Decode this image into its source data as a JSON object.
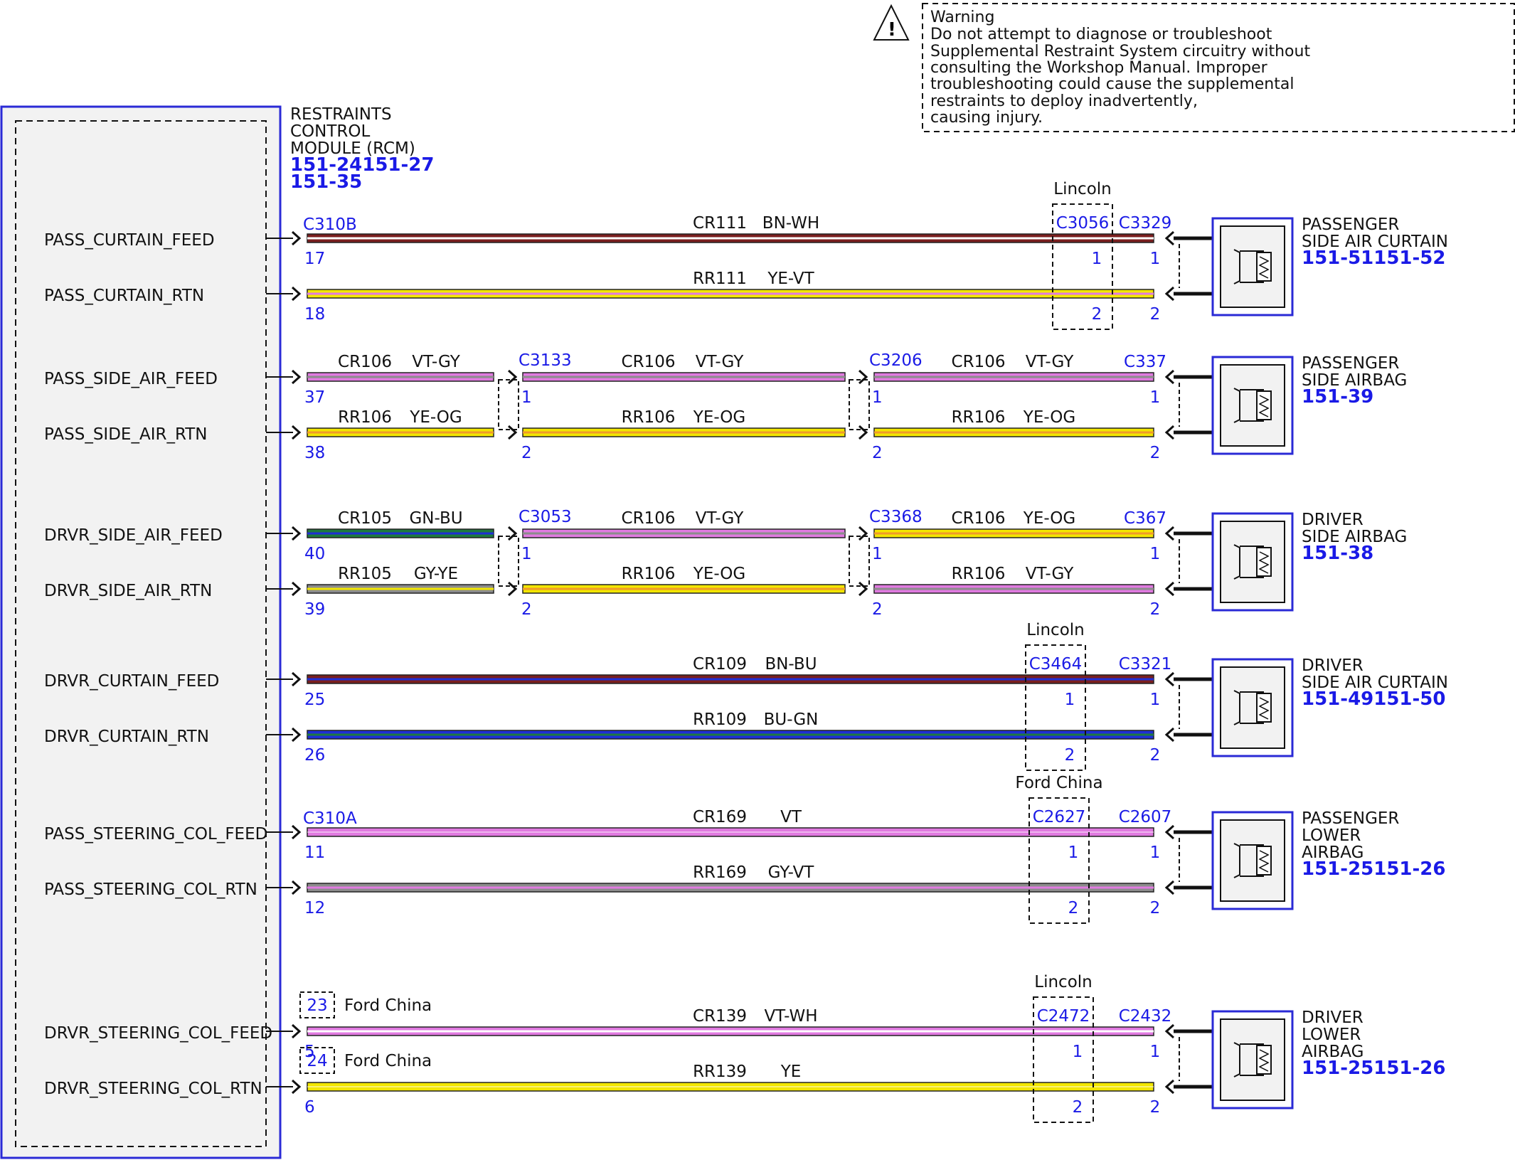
{
  "warning": {
    "title": "Warning",
    "lines": [
      "Do not attempt to diagnose or troubleshoot",
      "Supplemental Restraint System circuitry without",
      "consulting the Workshop Manual. Improper",
      "troubleshooting could cause the supplemental",
      "restraints to deploy inadvertently,",
      "causing injury."
    ]
  },
  "module": {
    "name_lines": [
      "RESTRAINTS",
      "CONTROL",
      "MODULE (RCM)"
    ],
    "refs": [
      "151-24151-27",
      "151-35"
    ]
  },
  "colors": {
    "BN": "#7a1f1f",
    "WH": "#ffffff",
    "YE": "#f2e600",
    "VT": "#e07ae0",
    "GY": "#8c8c8c",
    "OG": "#f09a2a",
    "GN": "#1f7a3f",
    "BU": "#1f2fd6"
  },
  "groups": [
    {
      "device": {
        "lines": [
          "PASSENGER",
          "SIDE AIR CURTAIN"
        ],
        "ref": "151-51151-52"
      },
      "rcm_connector": "C310B",
      "inline": [
        {
          "note": "Lincoln",
          "name": "C3056",
          "pins": [
            "1",
            "2"
          ]
        }
      ],
      "end_connector": {
        "name": "C3329",
        "pins": [
          "1",
          "2"
        ]
      },
      "rows": [
        {
          "pin_name": "PASS_CURTAIN_FEED",
          "rcm_pin": "17",
          "segments": [
            {
              "circuit": "CR111",
              "color": "BN-WH"
            }
          ]
        },
        {
          "pin_name": "PASS_CURTAIN_RTN",
          "rcm_pin": "18",
          "segments": [
            {
              "circuit": "RR111",
              "color": "YE-VT"
            }
          ]
        }
      ]
    },
    {
      "device": {
        "lines": [
          "PASSENGER",
          "SIDE AIRBAG"
        ],
        "ref": "151-39"
      },
      "rcm_connector": "",
      "breaks": [
        {
          "name": "C3133",
          "pins": [
            "1",
            "2"
          ]
        },
        {
          "name": "C3206",
          "pins": [
            "1",
            "2"
          ]
        }
      ],
      "end_connector": {
        "name": "C337",
        "pins": [
          "1",
          "2"
        ]
      },
      "rows": [
        {
          "pin_name": "PASS_SIDE_AIR_FEED",
          "rcm_pin": "37",
          "segments": [
            {
              "circuit": "CR106",
              "color": "VT-GY"
            },
            {
              "circuit": "CR106",
              "color": "VT-GY"
            },
            {
              "circuit": "CR106",
              "color": "VT-GY"
            }
          ]
        },
        {
          "pin_name": "PASS_SIDE_AIR_RTN",
          "rcm_pin": "38",
          "segments": [
            {
              "circuit": "RR106",
              "color": "YE-OG"
            },
            {
              "circuit": "RR106",
              "color": "YE-OG"
            },
            {
              "circuit": "RR106",
              "color": "YE-OG"
            }
          ]
        }
      ]
    },
    {
      "device": {
        "lines": [
          "DRIVER",
          "SIDE AIRBAG"
        ],
        "ref": "151-38"
      },
      "rcm_connector": "",
      "breaks": [
        {
          "name": "C3053",
          "pins": [
            "1",
            "2"
          ]
        },
        {
          "name": "C3368",
          "pins": [
            "1",
            "2"
          ]
        }
      ],
      "end_connector": {
        "name": "C367",
        "pins": [
          "1",
          "2"
        ]
      },
      "rows": [
        {
          "pin_name": "DRVR_SIDE_AIR_FEED",
          "rcm_pin": "40",
          "segments": [
            {
              "circuit": "CR105",
              "color": "GN-BU"
            },
            {
              "circuit": "CR106",
              "color": "VT-GY"
            },
            {
              "circuit": "CR106",
              "color": "YE-OG"
            }
          ]
        },
        {
          "pin_name": "DRVR_SIDE_AIR_RTN",
          "rcm_pin": "39",
          "segments": [
            {
              "circuit": "RR105",
              "color": "GY-YE"
            },
            {
              "circuit": "RR106",
              "color": "YE-OG"
            },
            {
              "circuit": "RR106",
              "color": "VT-GY"
            }
          ]
        }
      ]
    },
    {
      "device": {
        "lines": [
          "DRIVER",
          "SIDE AIR CURTAIN"
        ],
        "ref": "151-49151-50"
      },
      "rcm_connector": "",
      "inline": [
        {
          "note": "Lincoln",
          "name": "C3464",
          "pins": [
            "1",
            "2"
          ]
        }
      ],
      "end_connector": {
        "name": "C3321",
        "pins": [
          "1",
          "2"
        ]
      },
      "rows": [
        {
          "pin_name": "DRVR_CURTAIN_FEED",
          "rcm_pin": "25",
          "segments": [
            {
              "circuit": "CR109",
              "color": "BN-BU"
            }
          ]
        },
        {
          "pin_name": "DRVR_CURTAIN_RTN",
          "rcm_pin": "26",
          "segments": [
            {
              "circuit": "RR109",
              "color": "BU-GN"
            }
          ]
        }
      ]
    },
    {
      "device": {
        "lines": [
          "PASSENGER",
          "LOWER",
          "AIRBAG"
        ],
        "ref": "151-25151-26"
      },
      "rcm_connector": "C310A",
      "inline": [
        {
          "note": "Ford China",
          "name": "C2627",
          "pins": [
            "1",
            "2"
          ]
        }
      ],
      "end_connector": {
        "name": "C2607",
        "pins": [
          "1",
          "2"
        ]
      },
      "rows": [
        {
          "pin_name": "PASS_STEERING_COL_FEED",
          "rcm_pin": "11",
          "segments": [
            {
              "circuit": "CR169",
              "color": "VT"
            }
          ]
        },
        {
          "pin_name": "PASS_STEERING_COL_RTN",
          "rcm_pin": "12",
          "segments": [
            {
              "circuit": "RR169",
              "color": "GY-VT"
            }
          ]
        }
      ]
    },
    {
      "device": {
        "lines": [
          "DRIVER",
          "LOWER",
          "AIRBAG"
        ],
        "ref": "151-25151-26"
      },
      "rcm_connector": "",
      "inline": [
        {
          "note": "Lincoln",
          "name": "C2472",
          "pins": [
            "1",
            "2"
          ]
        }
      ],
      "end_connector": {
        "name": "C2432",
        "pins": [
          "1",
          "2"
        ]
      },
      "rows": [
        {
          "pin_name": "DRVR_STEERING_COL_FEED",
          "rcm_pin": "5",
          "alt_pin": "23",
          "alt_note": "Ford China",
          "segments": [
            {
              "circuit": "CR139",
              "color": "VT-WH"
            }
          ]
        },
        {
          "pin_name": "DRVR_STEERING_COL_RTN",
          "rcm_pin": "6",
          "alt_pin": "24",
          "alt_note": "Ford China",
          "segments": [
            {
              "circuit": "RR139",
              "color": "YE"
            }
          ]
        }
      ]
    }
  ]
}
